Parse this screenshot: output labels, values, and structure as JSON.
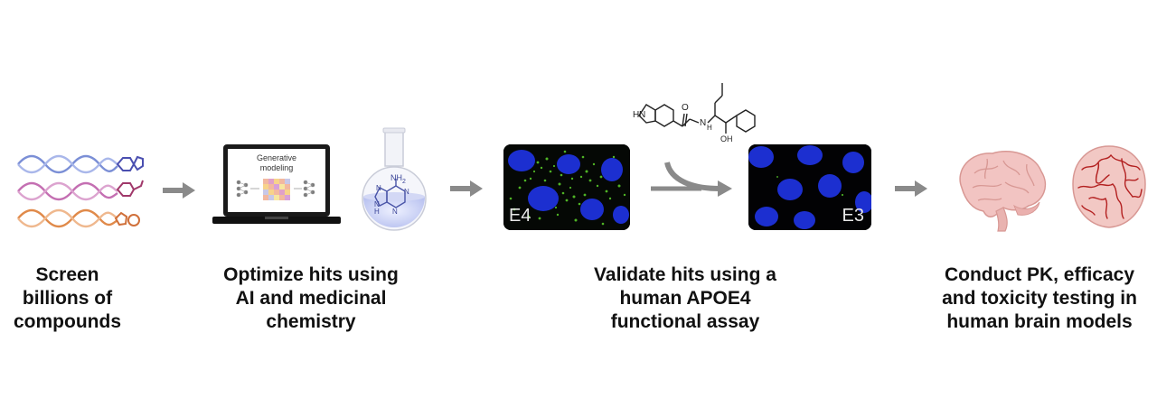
{
  "steps": [
    {
      "id": "screen",
      "lines": [
        "Screen",
        "billions of",
        "compounds"
      ]
    },
    {
      "id": "optimize",
      "lines": [
        "Optimize hits using",
        "AI and medicinal",
        "chemistry"
      ]
    },
    {
      "id": "validate",
      "lines": [
        "Validate hits using a",
        "human APOE4",
        "functional assay"
      ]
    },
    {
      "id": "conduct",
      "lines": [
        "Conduct PK, efficacy",
        "and toxicity testing in",
        "human brain models"
      ]
    }
  ],
  "laptop": {
    "screen_title_line1": "Generative",
    "screen_title_line2": "modeling"
  },
  "flask": {
    "nh2_label": "NH",
    "nh2_sub": "2",
    "n_labels": [
      "N",
      "N",
      "N",
      "N"
    ],
    "nh_label": "H"
  },
  "molecule": {
    "nh_label": "H",
    "n_label": "N",
    "amide_n_label": "N",
    "amide_h_label": "H",
    "oh_label": "OH",
    "o_label": "O"
  },
  "panels": {
    "left_label": "E4",
    "right_label": "E3"
  },
  "colors": {
    "arrow": "#8a8a8a",
    "dna_blue": "#7b8fd6",
    "dna_pink": "#c46fb2",
    "dna_orange": "#e08a4a",
    "nuclei": "#1c2fd0",
    "puncta": "#58c82a",
    "brain": "#f2c4c2",
    "vessel": "#b32020"
  }
}
